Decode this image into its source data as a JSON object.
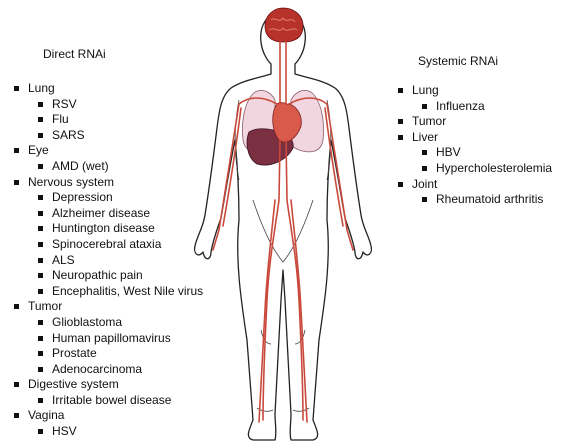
{
  "direct": {
    "title": "Direct RNAi",
    "items": [
      {
        "level": 1,
        "text": "Lung"
      },
      {
        "level": 2,
        "text": "RSV"
      },
      {
        "level": 2,
        "text": "Flu"
      },
      {
        "level": 2,
        "text": "SARS"
      },
      {
        "level": 1,
        "text": "Eye"
      },
      {
        "level": 2,
        "text": "AMD (wet)"
      },
      {
        "level": 1,
        "text": "Nervous system"
      },
      {
        "level": 2,
        "text": "Depression"
      },
      {
        "level": 2,
        "text": "Alzheimer disease"
      },
      {
        "level": 2,
        "text": "Huntington disease"
      },
      {
        "level": 2,
        "text": "Spinocerebral ataxia"
      },
      {
        "level": 2,
        "text": "ALS"
      },
      {
        "level": 2,
        "text": "Neuropathic pain"
      },
      {
        "level": 2,
        "text": "Encephalitis, West Nile virus"
      },
      {
        "level": 1,
        "text": "Tumor"
      },
      {
        "level": 2,
        "text": "Glioblastoma"
      },
      {
        "level": 2,
        "text": "Human papillomavirus"
      },
      {
        "level": 2,
        "text": "Prostate"
      },
      {
        "level": 2,
        "text": "Adenocarcinoma"
      },
      {
        "level": 1,
        "text": "Digestive system"
      },
      {
        "level": 2,
        "text": "Irritable bowel disease"
      },
      {
        "level": 1,
        "text": "Vagina"
      },
      {
        "level": 2,
        "text": "HSV"
      }
    ]
  },
  "systemic": {
    "title": "Systemic RNAi",
    "items": [
      {
        "level": 1,
        "text": "Lung"
      },
      {
        "level": 2,
        "text": "Influenza"
      },
      {
        "level": 1,
        "text": "Tumor"
      },
      {
        "level": 1,
        "text": "Liver"
      },
      {
        "level": 2,
        "text": "HBV"
      },
      {
        "level": 2,
        "text": "Hypercholesterolemia"
      },
      {
        "level": 1,
        "text": "Joint"
      },
      {
        "level": 2,
        "text": "Rheumatoid arthritis"
      }
    ]
  },
  "colors": {
    "vessels": "#c94a3c",
    "lungs": "#f1d6e0",
    "liver": "#7a3040",
    "heart": "#d95a4a",
    "brain": "#b8322c",
    "outline": "#222222"
  },
  "figure_icon": "human-body-anatomy"
}
